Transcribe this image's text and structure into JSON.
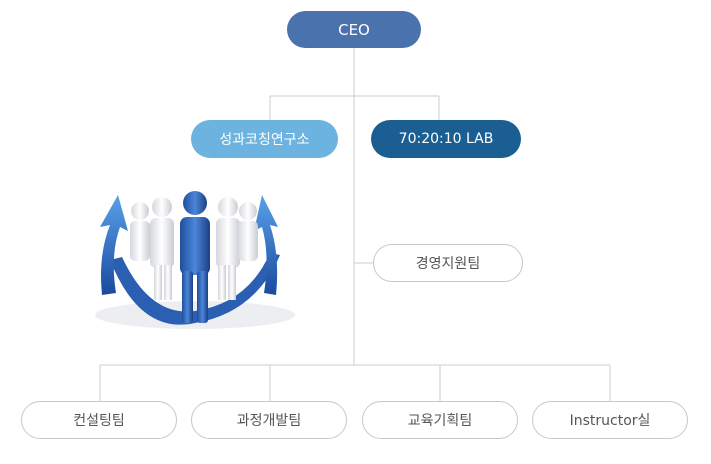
{
  "org": {
    "ceo": "CEO",
    "institute": "성과코칭연구소",
    "lab": "70:20:10 LAB",
    "management": "경영지원팀",
    "teams": [
      "컨설팅팀",
      "과정개발팀",
      "교육기획팀",
      "Instructor실"
    ]
  },
  "colors": {
    "ceo": "#4a73ae",
    "institute": "#6cb3e0",
    "lab": "#1b5f92",
    "outline": "#c8c8c8",
    "connector": "#cccccc"
  },
  "icons": {
    "illustration": "people-growth-arrows-icon"
  }
}
